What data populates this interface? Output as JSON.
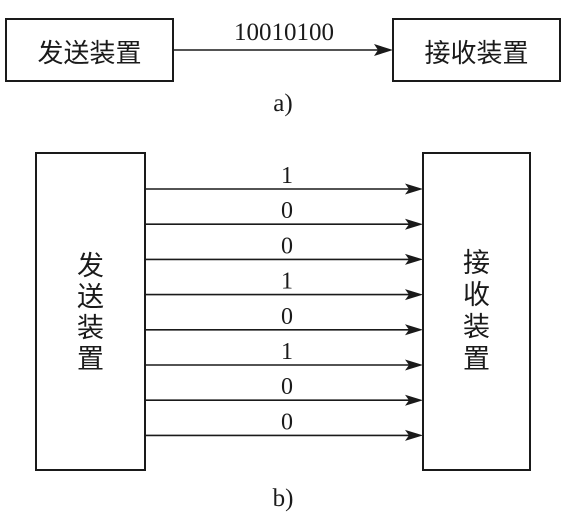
{
  "diagram_a": {
    "sender_label": "发送装置",
    "receiver_label": "接收装置",
    "data_bits": "10010100",
    "caption": "a)"
  },
  "diagram_b": {
    "sender_label": "发送装置",
    "receiver_label": "接收装置",
    "bits": [
      "1",
      "0",
      "0",
      "1",
      "0",
      "1",
      "0",
      "0"
    ],
    "caption": "b)"
  },
  "colors": {
    "stroke": "#1a1a1a",
    "background": "#ffffff"
  }
}
